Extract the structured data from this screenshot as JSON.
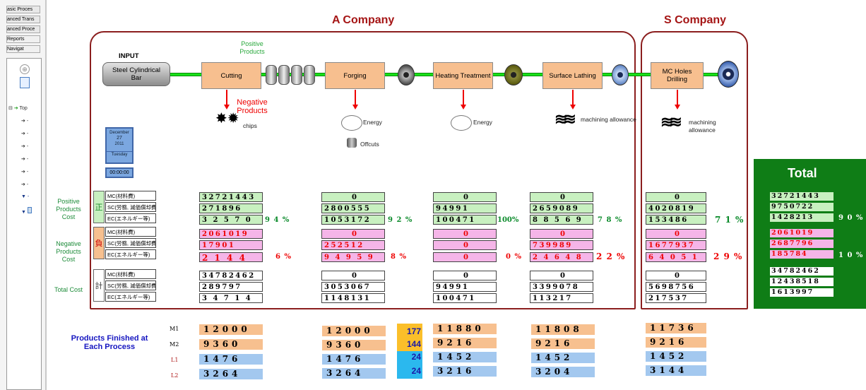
{
  "sidebar": {
    "buttons": [
      "asic Proces",
      "anced Trans",
      "anced Proce",
      "Reports",
      "Navigat"
    ],
    "tree": [
      "Top",
      "-",
      "-",
      "-",
      "-",
      "-",
      "-",
      "-",
      "-"
    ]
  },
  "titles": {
    "a_company": "A Company",
    "s_company": "S Company",
    "total": "Total"
  },
  "flow": {
    "input_label": "INPUT",
    "input": "Steel Cylindrical Bar",
    "positive_products": "Positive Products",
    "negative_products": "Negative Products",
    "processes": [
      "Cutting",
      "Forging",
      "Heating Treatment",
      "Surface Lathing",
      "MC Holes Drilling"
    ],
    "outputs": {
      "chips": "chips",
      "energy1": "Energy",
      "offcuts": "Offcuts",
      "energy2": "Energy",
      "machining1": "machining allowance",
      "machining2": "machining allowance"
    }
  },
  "calendar": {
    "month": "December",
    "day": "27",
    "year": "2011",
    "weekday": "Tuesday",
    "clock": "00:00:00"
  },
  "categories": {
    "positive": {
      "label": "Positive Products Cost",
      "kanji": "正"
    },
    "negative": {
      "label": "Negative Products Cost",
      "kanji": "負"
    },
    "total": {
      "label": "Total Cost",
      "kanji": "計"
    },
    "rows": [
      "MC(材料費)",
      "SC(労務, 減価償却費)",
      "EC(エネルギー等)"
    ]
  },
  "costs": [
    {
      "pos": [
        "32721443",
        "271896",
        "3 2 5 7 0"
      ],
      "pos_pct": "9 4 %",
      "neg": [
        "2061019",
        "17901",
        "2 1 4 4"
      ],
      "neg_pct": "6 %",
      "tot": [
        "34782462",
        "289797",
        "3 4 7 1 4"
      ]
    },
    {
      "pos": [
        "0",
        "2800555",
        "1053172"
      ],
      "pos_pct": "9 2 %",
      "neg": [
        "0",
        "252512",
        "9 4 9 5 9"
      ],
      "neg_pct": "8 %",
      "tot": [
        "0",
        "3053067",
        "1148131"
      ]
    },
    {
      "pos": [
        "0",
        "94991",
        "100471"
      ],
      "pos_pct": "100%",
      "neg": [
        "0",
        "0",
        "0"
      ],
      "neg_pct": "0 %",
      "tot": [
        "0",
        "94991",
        "100471"
      ]
    },
    {
      "pos": [
        "0",
        "2659089",
        "8 8 5 6 9"
      ],
      "pos_pct": "7 8 %",
      "neg": [
        "0",
        "739989",
        "2 4 6 4 8"
      ],
      "neg_pct": "2 2 %",
      "tot": [
        "0",
        "3399078",
        "113217"
      ]
    },
    {
      "pos": [
        "0",
        "4020819",
        "153486"
      ],
      "pos_pct": "7 1 %",
      "neg": [
        "0",
        "1677937",
        "6 4 0 5 1"
      ],
      "neg_pct": "2 9 %",
      "tot": [
        "0",
        "5698756",
        "217537"
      ]
    }
  ],
  "total_panel": {
    "pos": [
      "32721443",
      "9750722",
      "1428213"
    ],
    "pos_pct": "9 0 %",
    "neg": [
      "2061019",
      "2687796",
      "185784"
    ],
    "neg_pct": "1 0 %",
    "tot": [
      "34782462",
      "12438518",
      "1613997"
    ]
  },
  "finished": {
    "title": "Products Finished at Each Process",
    "labels": [
      "M1",
      "M2",
      "L1",
      "L2"
    ],
    "cols": [
      [
        "12000",
        "9360",
        "1476",
        "3264"
      ],
      [
        "12000",
        "9360",
        "1476",
        "3264"
      ],
      [
        "11880",
        "9216",
        "1452",
        "3216"
      ],
      [
        "11808",
        "9216",
        "1452",
        "3204"
      ],
      [
        "11736",
        "9216",
        "1452",
        "3144"
      ]
    ],
    "scrap": [
      "177",
      "144",
      "24",
      "24"
    ]
  },
  "colors": {
    "title_red": "#a51515",
    "total_green": "#0f7d16",
    "process_orange": "#f7bf8f",
    "flow_green": "#19e019"
  }
}
